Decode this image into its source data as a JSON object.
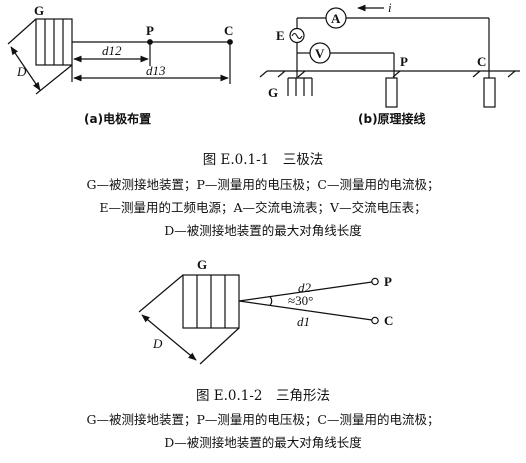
{
  "fig1": {
    "a": {
      "label_G": "G",
      "label_P": "P",
      "label_C": "C",
      "label_D": "D",
      "d12": "d12",
      "d13": "d13",
      "subcaption": "(a)电极布置"
    },
    "b": {
      "label_E": "E",
      "label_A": "A",
      "label_V": "V",
      "label_i": "i",
      "label_P": "P",
      "label_C": "C",
      "label_G": "G",
      "subcaption": "(b)原理接线"
    },
    "caption": "图 E.0.1-1　三极法",
    "legend": [
      "G—被测接地装置；P—测量用的电压极；C—测量用的电流极；",
      "E—测量用的工频电源；A—交流电流表；V—交流电压表；",
      "D—被测接地装置的最大对角线长度"
    ]
  },
  "fig2": {
    "label_G": "G",
    "label_P": "P",
    "label_C": "C",
    "label_D": "D",
    "d2": "d2",
    "d1": "d1",
    "angle": "≈30°",
    "caption": "图 E.0.1-2　三角形法",
    "legend": [
      "G—被测接地装置；P—测量用的电压极；C—测量用的电流极；",
      "D—被测接地装置的最大对角线长度"
    ]
  }
}
